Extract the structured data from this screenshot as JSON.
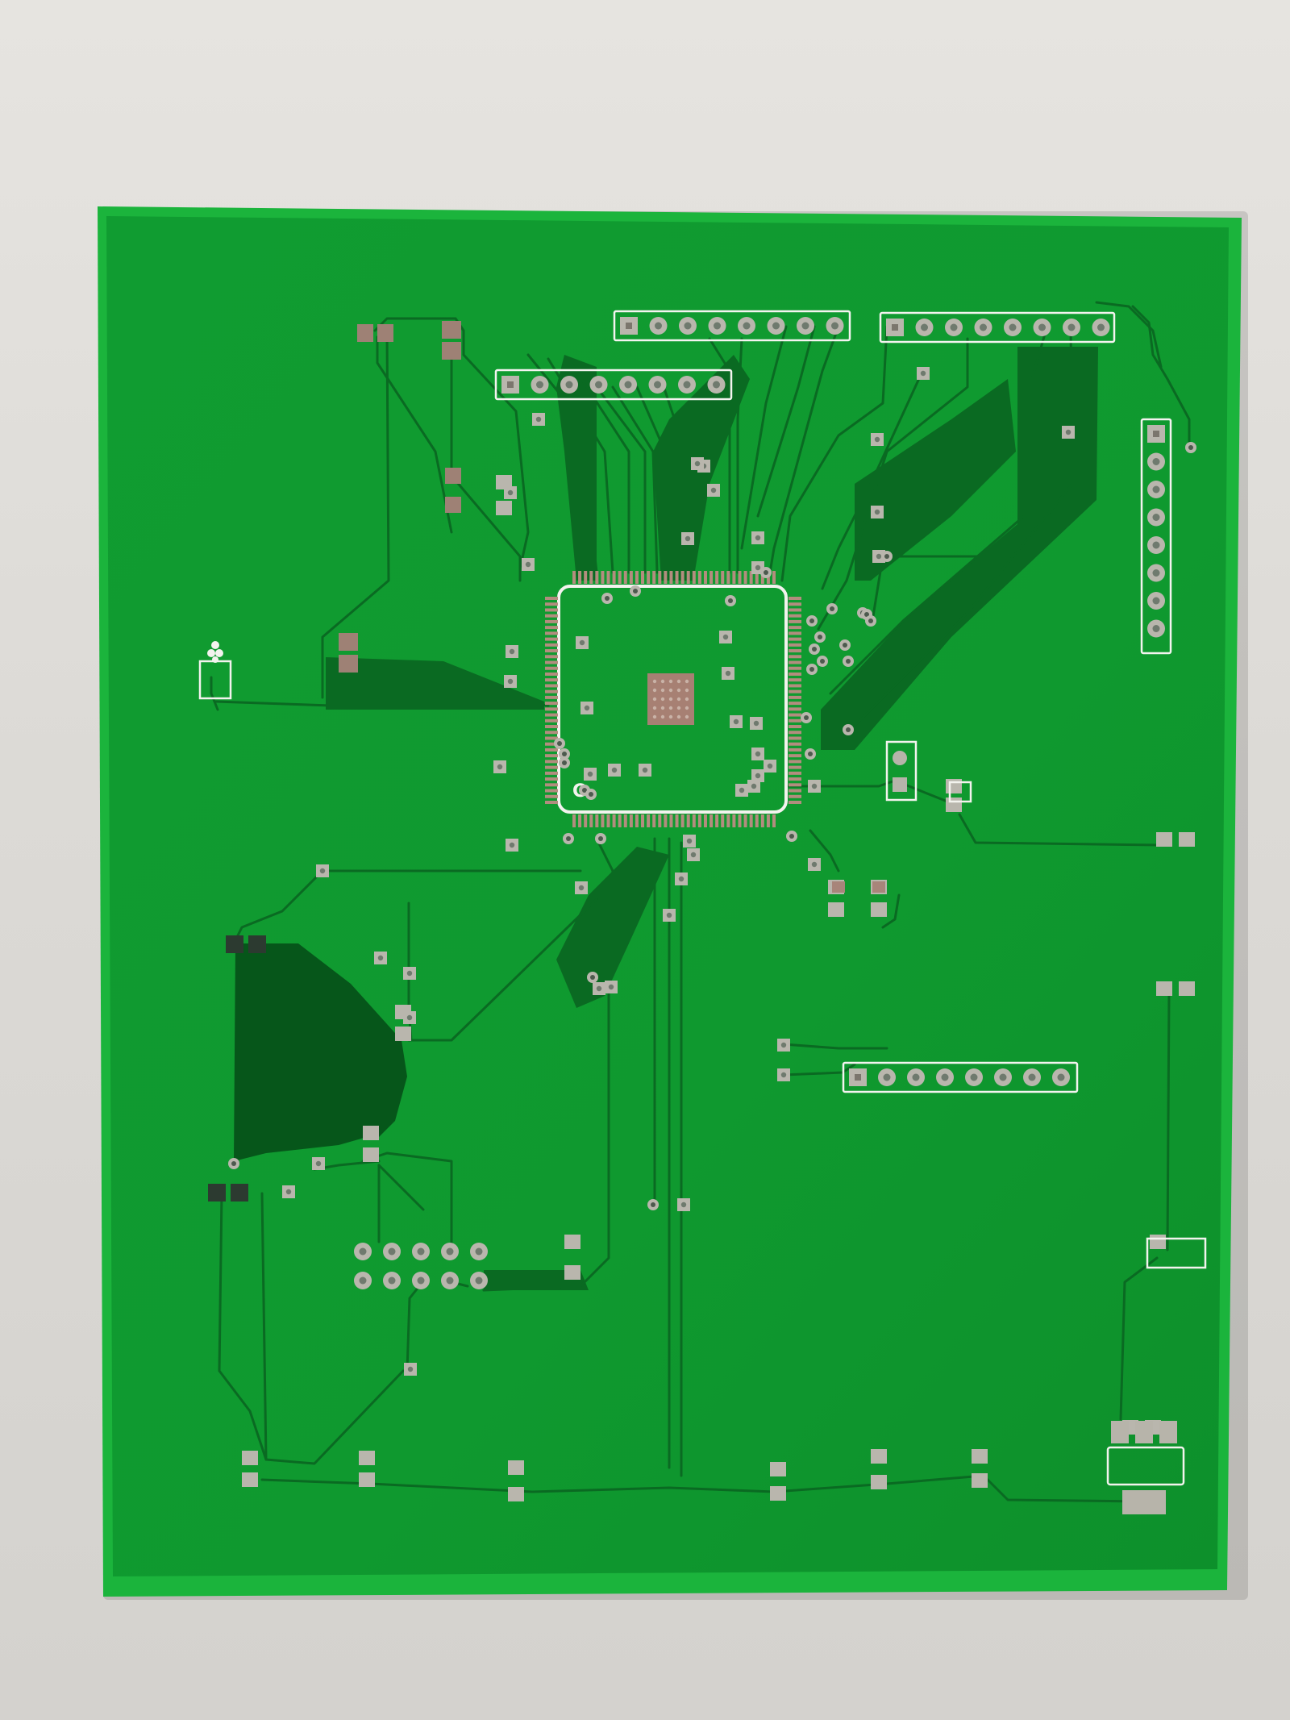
{
  "photo": {
    "subject": "bare-pcb",
    "colors": {
      "backdrop": "#dedcd8",
      "board_edge": "#1bb43c",
      "soldermask": "#0f9a2e",
      "soldermask_dark": "#0b7f26",
      "copper_pour": "#06561a",
      "trace": "#0a6a22",
      "pad": "#b9b6ad",
      "pad_copper": "#9e8a80",
      "silkscreen": "#f4f4f0"
    },
    "silkscreen_text": [
      "C"
    ],
    "parts": {
      "qfp_pins_per_side": 36,
      "header_top_left_pins": 8,
      "header_top_center_pins": 8,
      "header_top_right_pins": 8,
      "header_right_vertical_pins": 8,
      "header_middle_right_pins": 8,
      "header_2x5_pins": 10
    }
  }
}
